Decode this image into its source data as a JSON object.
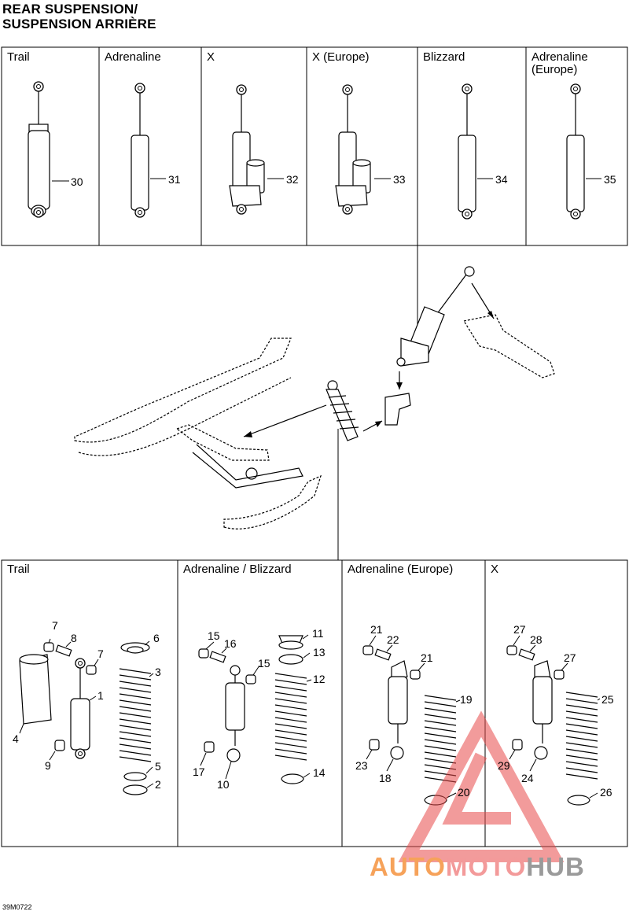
{
  "title": {
    "line1": "REAR SUSPENSION/",
    "line2": "SUSPENSION ARRIÈRE"
  },
  "top_panels": [
    {
      "label": "Trail",
      "part": "30"
    },
    {
      "label": "Adrenaline",
      "part": "31"
    },
    {
      "label": "X",
      "part": "32"
    },
    {
      "label": "X (Europe)",
      "part": "33"
    },
    {
      "label": "Blizzard",
      "part": "34"
    },
    {
      "label": "Adrenaline",
      "label2": "(Europe)",
      "part": "35"
    }
  ],
  "bottom_panels": [
    {
      "label": "Trail",
      "parts": [
        "7",
        "8",
        "7",
        "6",
        "3",
        "1",
        "4",
        "9",
        "5",
        "2"
      ]
    },
    {
      "label": "Adrenaline / Blizzard",
      "parts": [
        "15",
        "16",
        "15",
        "11",
        "13",
        "12",
        "17",
        "10",
        "14"
      ]
    },
    {
      "label": "Adrenaline (Europe)",
      "parts": [
        "21",
        "22",
        "21",
        "19",
        "23",
        "18",
        "20"
      ]
    },
    {
      "label": "X",
      "parts": [
        "27",
        "28",
        "27",
        "25",
        "29",
        "24",
        "26"
      ]
    }
  ],
  "figure_code": "39M0722",
  "watermark": {
    "part1": "AUTO",
    "part2": "MOTO",
    "part3": "HUB"
  },
  "colors": {
    "line": "#000000",
    "watermark_red": "#e84a4a",
    "watermark_orange": "#f6a25a",
    "watermark_gray": "#9a9a9a"
  }
}
